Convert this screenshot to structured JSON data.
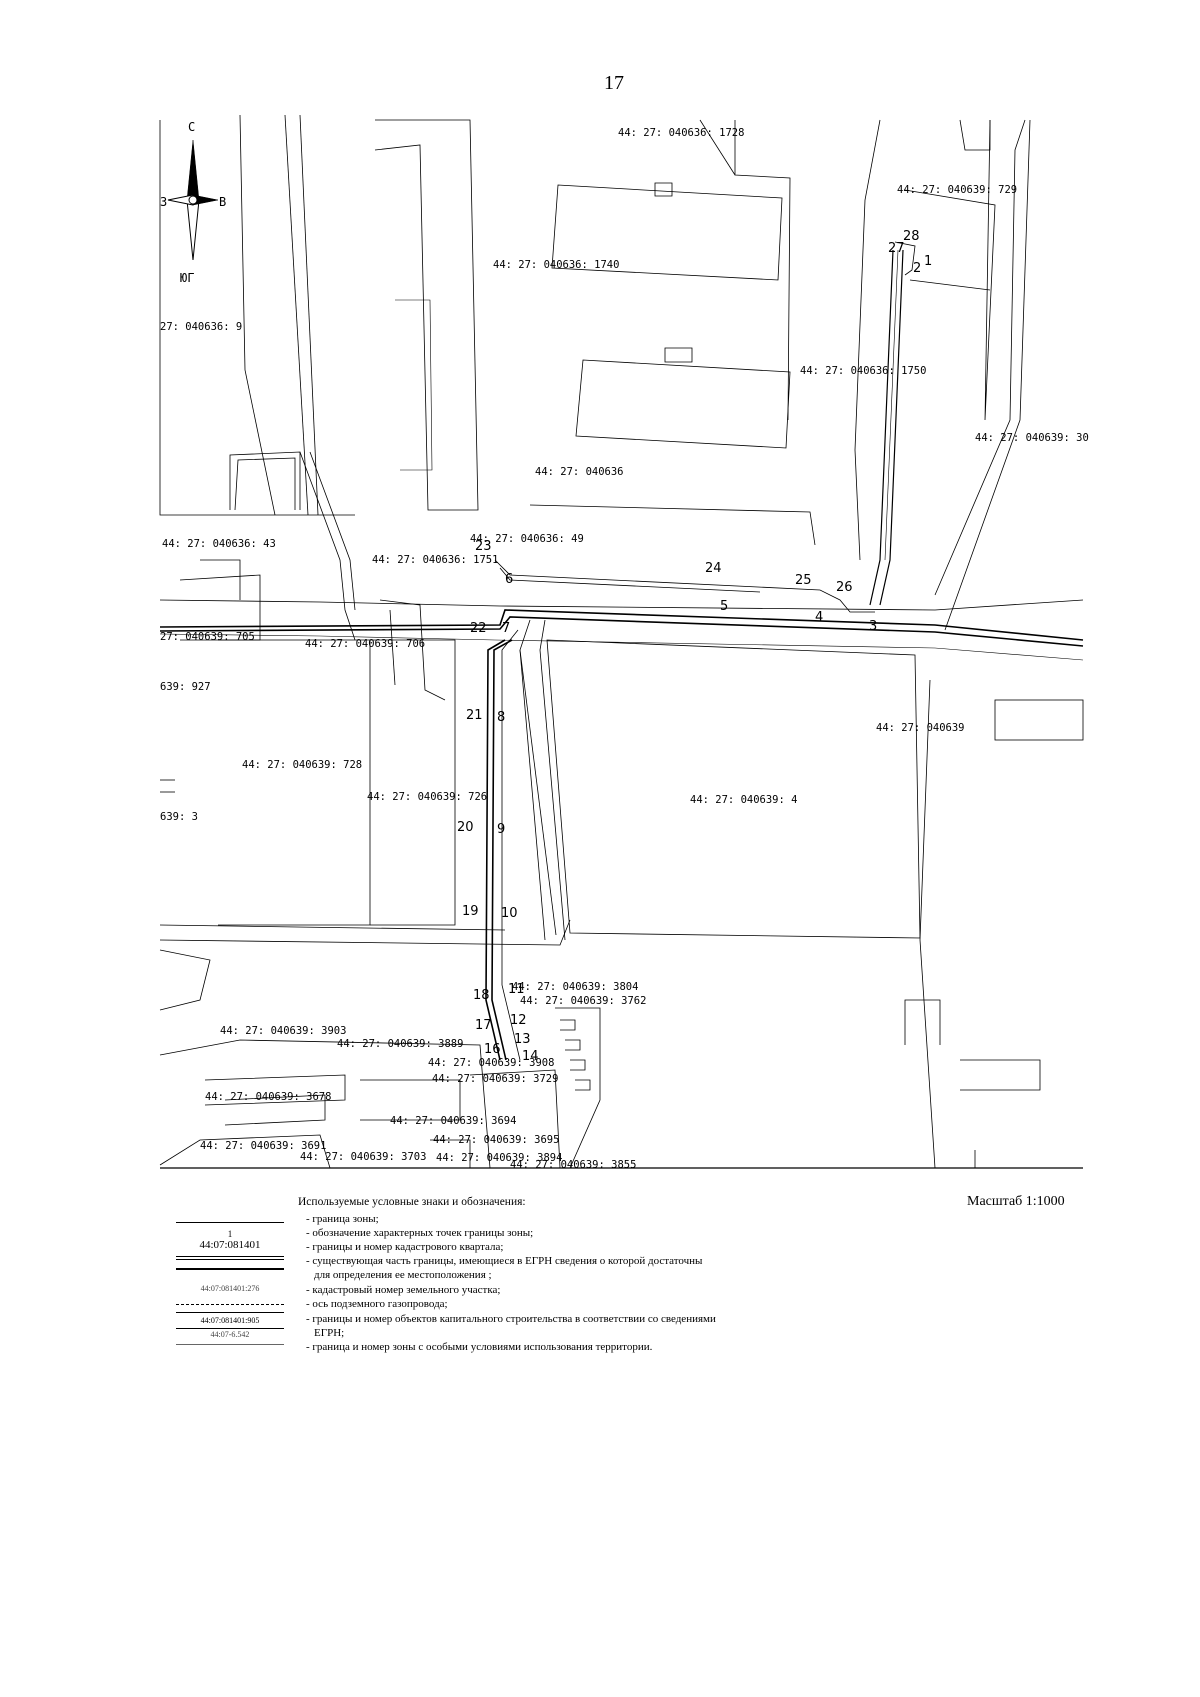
{
  "page_number": "17",
  "compass": {
    "north": "С",
    "south": "ЮГ",
    "east": "В",
    "west": "З"
  },
  "scale_label": "Масштаб 1:1000",
  "map_labels": {
    "q1728": "44: 27: 040636: 1728",
    "q729": "44: 27: 040639: 729",
    "q1740": "44: 27: 040636: 1740",
    "q9": "27: 040636: 9",
    "q1750": "44: 27: 040636: 1750",
    "q30": "44: 27: 040639: 30",
    "q040636": "44: 27: 040636",
    "q43": "44: 27: 040636: 43",
    "q1751": "44: 27: 040636: 1751",
    "q49": "44: 27: 040636: 49",
    "q705": "27: 040639: 705",
    "q706": "44: 27: 040639: 706",
    "q927": "639: 927",
    "q728": "44: 27: 040639: 728",
    "q726": "44: 27: 040639: 726",
    "q040639": "44: 27: 040639",
    "q4": "44: 27: 040639: 4",
    "q3": "639: 3",
    "q3804": "44: 27: 040639: 3804",
    "q3762": "44: 27: 040639: 3762",
    "q3903": "44: 27: 040639: 3903",
    "q3889": "44: 27: 040639: 3889",
    "q3908": "44: 27: 040639: 3908",
    "q3729": "44: 27: 040639: 3729",
    "q3694": "44: 27: 040639: 3694",
    "q3695": "44: 27: 040639: 3695",
    "q3678": "44: 27: 040639: 3678",
    "q3691": "44: 27: 040639: 3691",
    "q3703": "44: 27: 040639: 3703",
    "q3894": "44: 27: 040639: 3894",
    "q3855": "44: 27: 040639: 3855"
  },
  "points": [
    "1",
    "2",
    "3",
    "4",
    "5",
    "6",
    "7",
    "8",
    "9",
    "10",
    "11",
    "12",
    "13",
    "14",
    "16",
    "17",
    "18",
    "19",
    "20",
    "21",
    "22",
    "23",
    "24",
    "25",
    "26",
    "27",
    "28"
  ],
  "legend": {
    "title": "Используемые условные знаки и обозначения:",
    "sym_point_number": "1",
    "sym_quarter": "44:07:081401",
    "sym_parcel": "44:07:081401:276",
    "sym_object": "44:07:081401:905",
    "sym_zone": "44:07-6.542",
    "items": [
      "- граница зоны;",
      "- обозначение характерных точек границы зоны;",
      "- границы и номер кадастрового квартала;",
      "- существующая часть границы, имеющиеся в ЕГРН сведения о которой достаточны",
      "для определения ее местоположения ;",
      "- кадастровый номер земельного участка;",
      "- ось подземного газопровода;",
      "- границы и номер объектов капитального строительства в соответствии со сведениями",
      "ЕГРН;",
      "- граница и номер зоны с особыми условиями использования территории."
    ]
  }
}
